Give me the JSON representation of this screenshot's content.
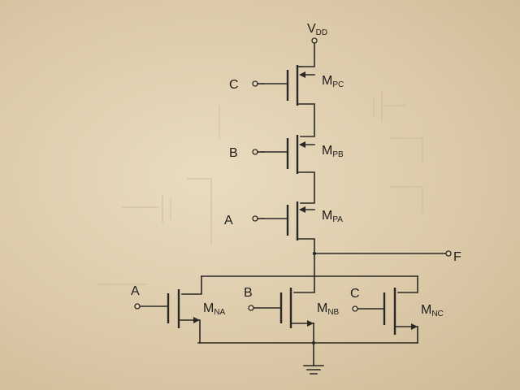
{
  "supply": {
    "label": "V",
    "sub": "DD"
  },
  "output": {
    "label": "F"
  },
  "pmos": [
    {
      "gate_input": "C",
      "name": "M",
      "sub": "PC"
    },
    {
      "gate_input": "B",
      "name": "M",
      "sub": "PB"
    },
    {
      "gate_input": "A",
      "name": "M",
      "sub": "PA"
    }
  ],
  "nmos": [
    {
      "gate_input": "A",
      "name": "M",
      "sub": "NA"
    },
    {
      "gate_input": "B",
      "name": "M",
      "sub": "NB"
    },
    {
      "gate_input": "C",
      "name": "M",
      "sub": "NC"
    }
  ],
  "colors": {
    "ink": "#2a2824",
    "paper": "#e2d3b4"
  }
}
